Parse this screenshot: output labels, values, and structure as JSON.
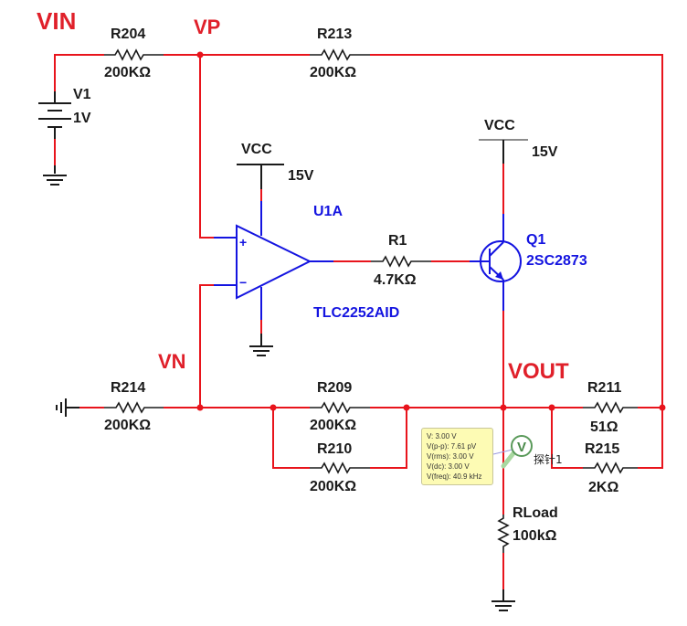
{
  "nets": {
    "vin": "VIN",
    "vp": "VP",
    "vn": "VN",
    "vout": "VOUT"
  },
  "components": {
    "v1": {
      "name": "V1",
      "value": "1V"
    },
    "r204": {
      "name": "R204",
      "value": "200KΩ"
    },
    "r213": {
      "name": "R213",
      "value": "200KΩ"
    },
    "r214": {
      "name": "R214",
      "value": "200KΩ"
    },
    "r209": {
      "name": "R209",
      "value": "200KΩ"
    },
    "r210": {
      "name": "R210",
      "value": "200KΩ"
    },
    "r211": {
      "name": "R211",
      "value": "51Ω"
    },
    "r215": {
      "name": "R215",
      "value": "2KΩ"
    },
    "r1": {
      "name": "R1",
      "value": "4.7KΩ"
    },
    "rload": {
      "name": "RLoad",
      "value": "100kΩ"
    },
    "u1a": {
      "name": "U1A",
      "part": "TLC2252AID"
    },
    "q1": {
      "name": "Q1",
      "part": "2SC2873"
    },
    "vcc_opamp": {
      "name": "VCC",
      "value": "15V"
    },
    "vcc_transistor": {
      "name": "VCC",
      "value": "15V"
    }
  },
  "opamp_pins": {
    "plus": "+",
    "minus": "−"
  },
  "probe": {
    "name": "探针1",
    "icon": "V",
    "readings": [
      "V: 3.00 V",
      "V(p-p): 7.61 pV",
      "V(rms): 3.00 V",
      "V(dc): 3.00 V",
      "V(freq): 40.9 kHz"
    ]
  },
  "colors": {
    "wire": "#e8141c",
    "component": "#1a1a1a",
    "active_component": "#1414e0",
    "probe_bg": "#fdfbb4"
  }
}
